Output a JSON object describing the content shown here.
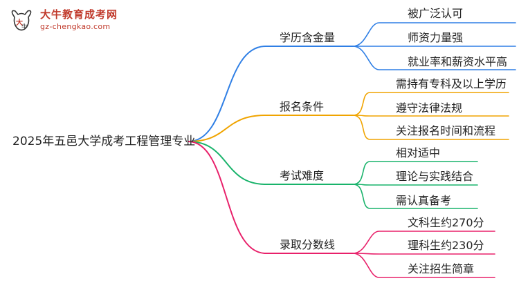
{
  "logo": {
    "title": "大牛教育成考网",
    "url": "gz-chengkao.com",
    "icon": "bull-head-icon"
  },
  "mindmap": {
    "root": "2025年五邑大学成考工程管理专业",
    "branches": [
      {
        "label": "学历含金量",
        "color": "#2f7fe5",
        "children": [
          "被广泛认可",
          "师资力量强",
          "就业率和薪资水平高"
        ]
      },
      {
        "label": "报名条件",
        "color": "#f0a400",
        "children": [
          "需持有专科及以上学历",
          "遵守法律法规",
          "关注报名时间和流程"
        ]
      },
      {
        "label": "考试难度",
        "color": "#19b36b",
        "children": [
          "相对适中",
          "理论与实践结合",
          "需认真备考"
        ]
      },
      {
        "label": "录取分数线",
        "color": "#e8206a",
        "children": [
          "文科生约270分",
          "理科生约230分",
          "关注招生简章"
        ]
      }
    ]
  }
}
